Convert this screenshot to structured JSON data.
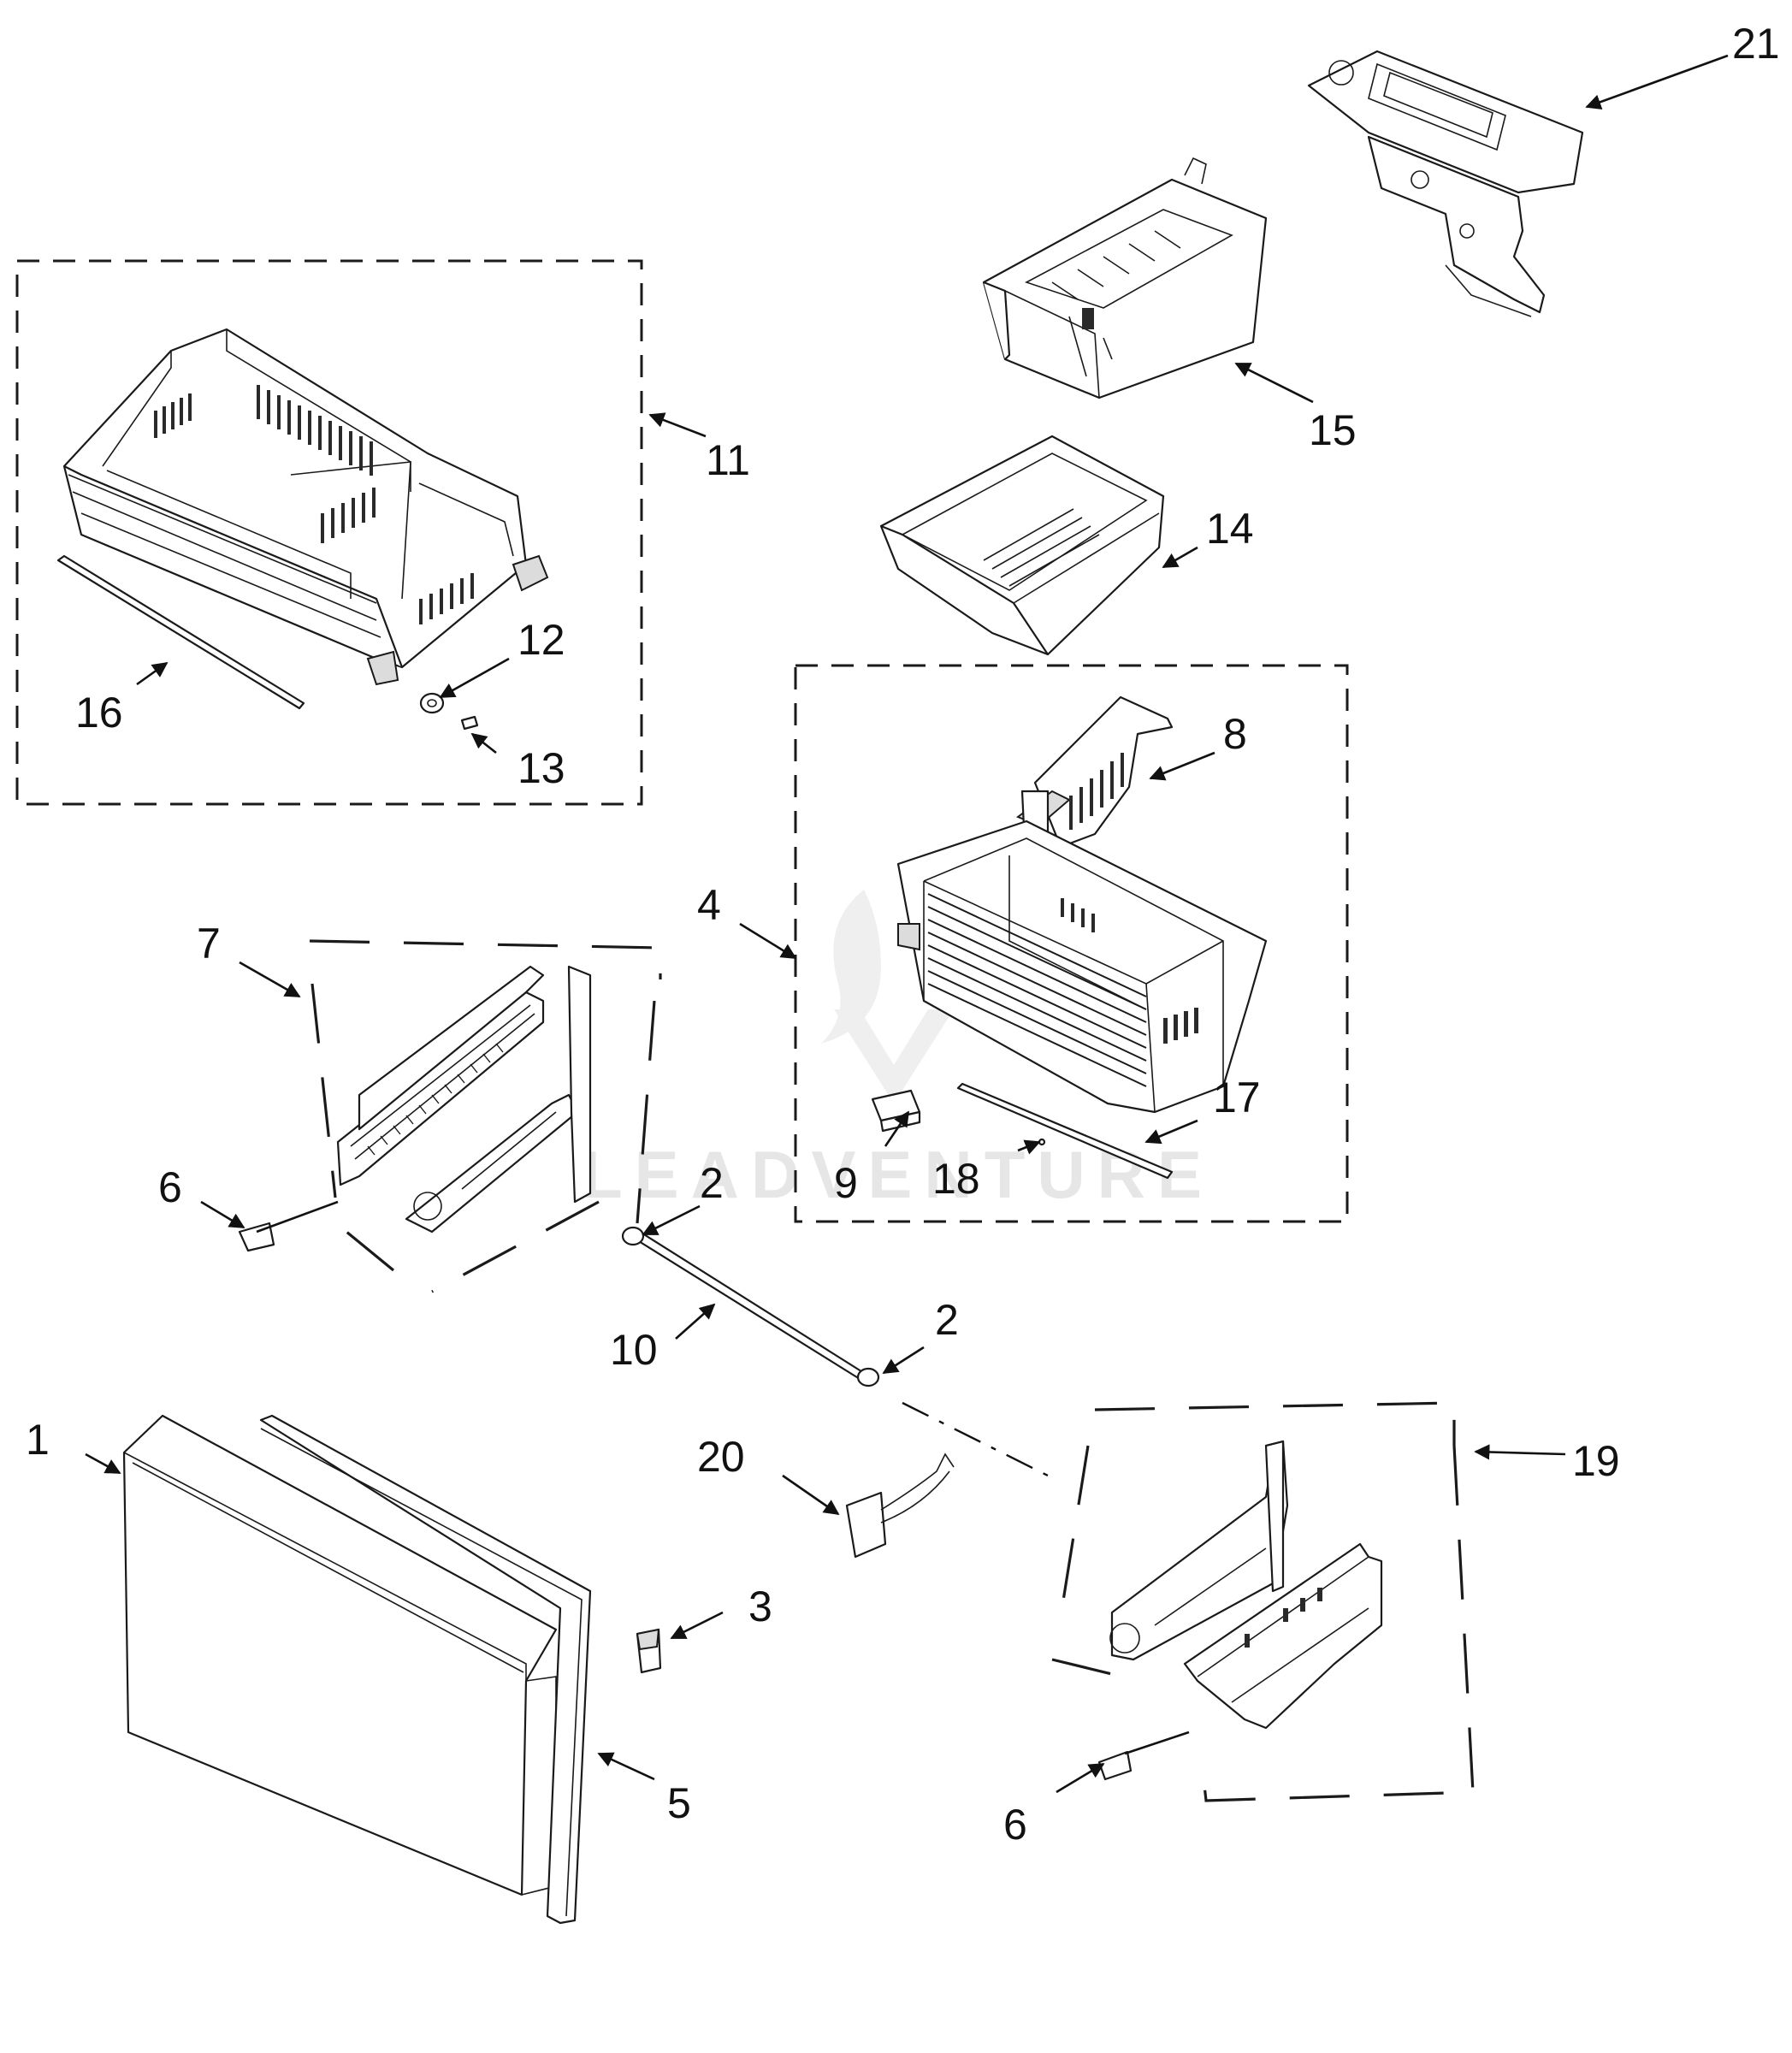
{
  "callouts": {
    "c1": "1",
    "c2a": "2",
    "c2b": "2",
    "c3": "3",
    "c4": "4",
    "c5": "5",
    "c6a": "6",
    "c6b": "6",
    "c7": "7",
    "c8": "8",
    "c9": "9",
    "c10": "10",
    "c11": "11",
    "c12": "12",
    "c13": "13",
    "c14": "14",
    "c15": "15",
    "c16": "16",
    "c17": "17",
    "c18": "18",
    "c19": "19",
    "c20": "20",
    "c21": "21"
  },
  "watermark": {
    "text": "LEADVENTURE"
  },
  "colors": {
    "line": "#1a1a1a",
    "shade": "#dcdcdc",
    "watermark": "#e6e6e6"
  }
}
